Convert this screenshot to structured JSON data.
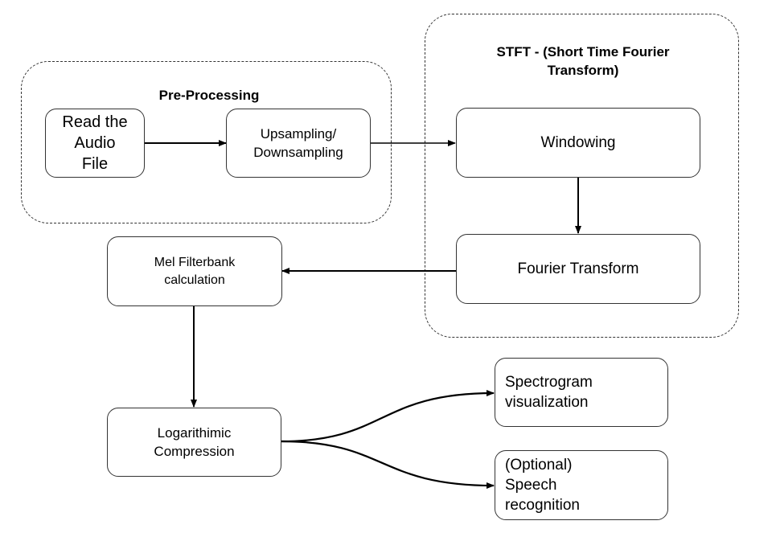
{
  "groups": {
    "pre_processing": {
      "title": "Pre-Processing"
    },
    "stft": {
      "title": "STFT - (Short Time Fourier\nTransform)"
    }
  },
  "nodes": {
    "read_audio": {
      "label": "Read the\nAudio\nFile"
    },
    "resampling": {
      "label": "Upsampling/\nDownsampling"
    },
    "windowing": {
      "label": "Windowing"
    },
    "fourier_transform": {
      "label": "Fourier Transform"
    },
    "mel_filterbank": {
      "label": "Mel Filterbank\ncalculation"
    },
    "log_compression": {
      "label": "Logarithimic\nCompression"
    },
    "spectrogram": {
      "label": "Spectrogram\nvisualization"
    },
    "speech_recognition": {
      "label": "(Optional)\nSpeech\nrecognition"
    }
  },
  "edges": [
    {
      "from": "read_audio",
      "to": "resampling"
    },
    {
      "from": "resampling",
      "to": "windowing"
    },
    {
      "from": "windowing",
      "to": "fourier_transform"
    },
    {
      "from": "fourier_transform",
      "to": "mel_filterbank"
    },
    {
      "from": "mel_filterbank",
      "to": "log_compression"
    },
    {
      "from": "log_compression",
      "to": "spectrogram"
    },
    {
      "from": "log_compression",
      "to": "speech_recognition"
    }
  ]
}
